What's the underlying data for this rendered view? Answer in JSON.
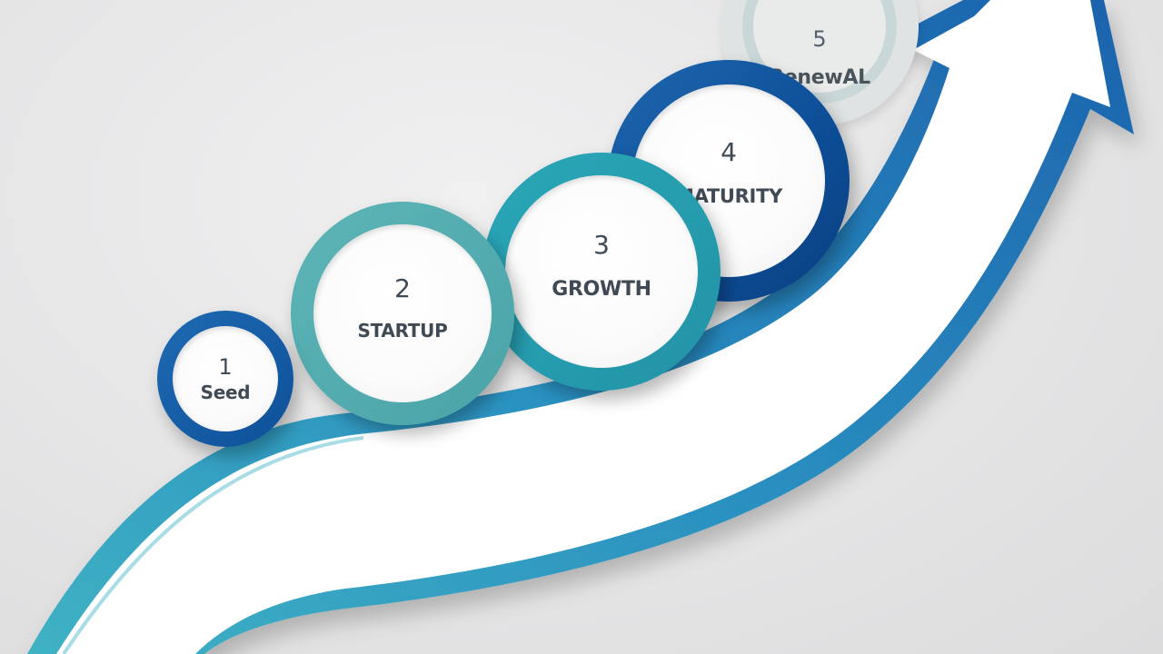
{
  "stages": [
    {
      "number": "1",
      "label": "Seed"
    },
    {
      "number": "2",
      "label": "STARTUP"
    },
    {
      "number": "3",
      "label": "GROWTH"
    },
    {
      "number": "4",
      "label": "MATURITY"
    },
    {
      "number": "5",
      "label": "RenewAL"
    }
  ],
  "colors": {
    "dark_blue": "#0d4f99",
    "teal": "#2aa7b8",
    "light_teal": "#5db5b7",
    "arrow_fill": "#ffffff",
    "background": "#e6e6e7"
  }
}
